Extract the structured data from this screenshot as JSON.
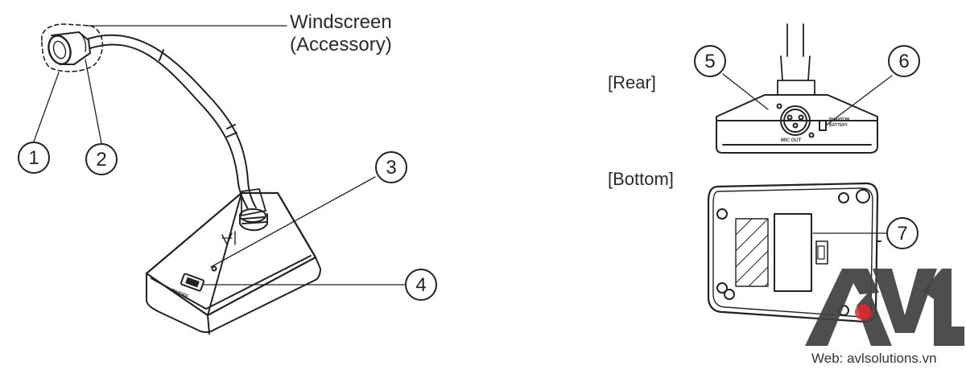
{
  "labels": {
    "windscreen": "Windscreen",
    "accessory": "(Accessory)",
    "rear": "[Rear]",
    "bottom": "[Bottom]",
    "on_off": "ON/OFF",
    "mic_out": "MIC OUT",
    "phantom": "PHANTOM",
    "battery": "BATTERY"
  },
  "callouts": [
    "1",
    "2",
    "3",
    "4",
    "5",
    "6",
    "7"
  ],
  "logo": {
    "text": "AVL",
    "web": "Web: avlsolutions.vn",
    "accent_color": "#e8262b",
    "letter_color": "#444444"
  },
  "colors": {
    "line": "#222222",
    "paper": "#ffffff"
  }
}
